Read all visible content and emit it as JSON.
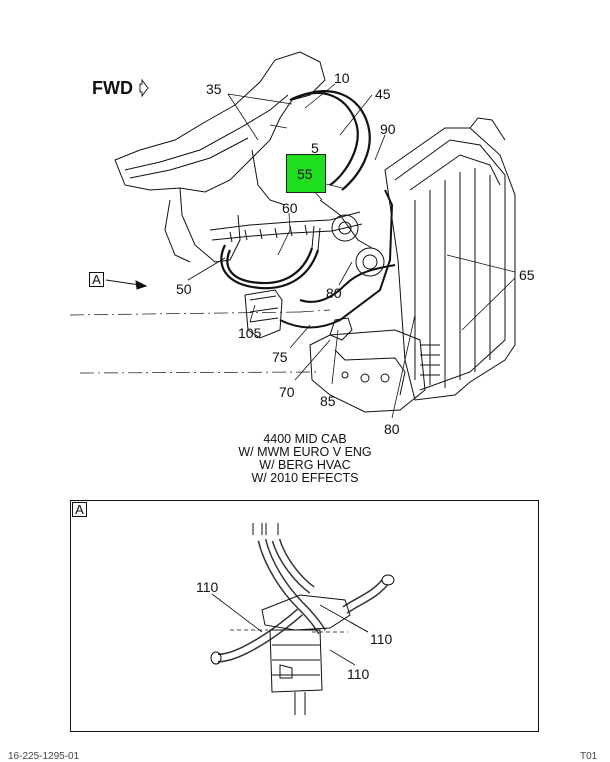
{
  "diagram": {
    "direction_label": "FWD",
    "callouts": {
      "c35": "35",
      "c10": "10",
      "c45": "45",
      "c5": "5",
      "c90": "90",
      "c55": "55",
      "c60": "60",
      "c65": "65",
      "c50": "50",
      "c80a": "80",
      "c105": "105",
      "c75": "75",
      "c70": "70",
      "c85": "85",
      "c80b": "80"
    },
    "view_reference": "A",
    "caption_lines": [
      "4400 MID CAB",
      "W/ MWM EURO V ENG",
      "W/ BERG HVAC",
      "W/ 2010 EFFECTS"
    ],
    "highlight_color": "#1fdd1f"
  },
  "detail": {
    "tag": "A",
    "callouts": {
      "d110a": "110",
      "d110b": "110",
      "d110c": "110"
    }
  },
  "footer": {
    "left": "16-225-1295-01",
    "right": "T01"
  }
}
